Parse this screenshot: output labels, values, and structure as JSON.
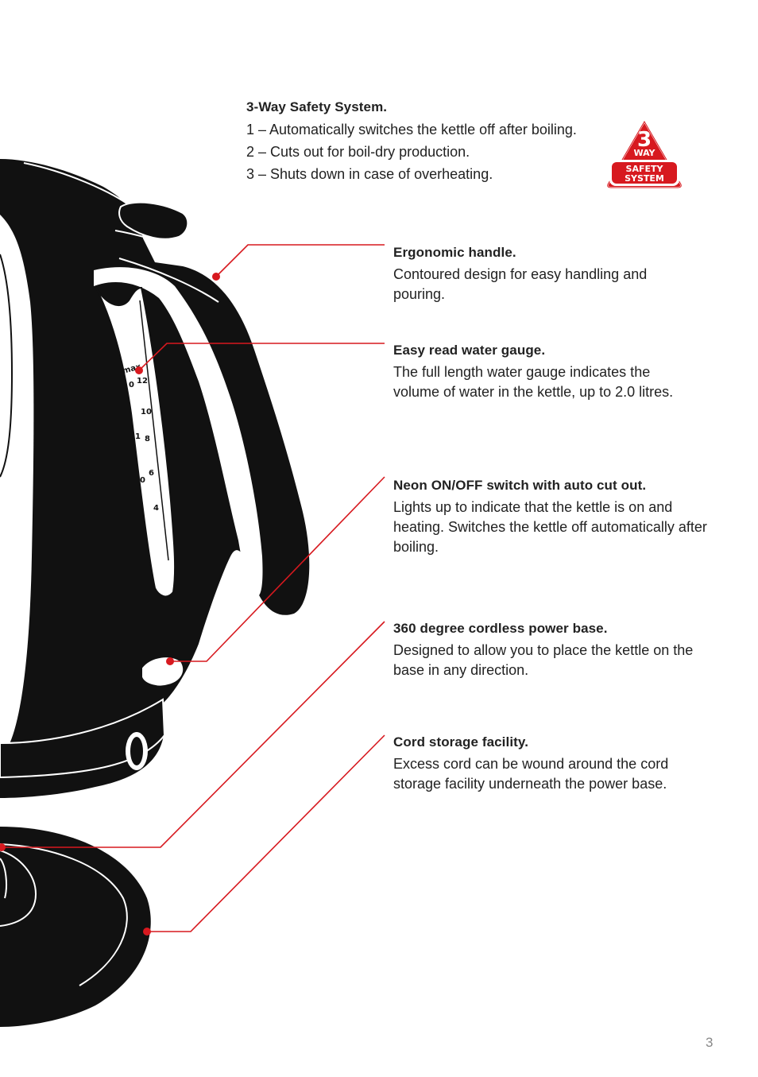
{
  "safety": {
    "title": "3-Way Safety System.",
    "lines": [
      "1 – Automatically switches the kettle off after boiling.",
      "2 – Cuts out for boil-dry production.",
      "3 – Shuts down in case of overheating."
    ],
    "badge": {
      "number": "3",
      "word": "WAY",
      "line1": "SAFETY",
      "line2": "SYSTEM"
    }
  },
  "features": [
    {
      "title": "Ergonomic handle.",
      "body": "Contoured design for easy handling and pouring."
    },
    {
      "title": "Easy read water gauge.",
      "body": "The full length water gauge indicates the volume of water in the kettle, up to 2.0 litres."
    },
    {
      "title": "Neon ON/OFF switch with auto cut out.",
      "body": "Lights up to indicate that the kettle is on and heating. Switches the kettle off automatically after boiling."
    },
    {
      "title": "360 degree cordless power base.",
      "body": "Designed to allow you to place the kettle on the base in any direction."
    },
    {
      "title": "Cord storage facility.",
      "body": "Excess cord can be wound around the cord storage facility underneath the power base."
    }
  ],
  "gauge": {
    "max": "max",
    "left_marks": [
      "0",
      "1",
      "0"
    ],
    "right_marks": [
      "12",
      "10",
      "8",
      "6",
      "4"
    ]
  },
  "page_number": "3",
  "colors": {
    "callout": "#d7191f",
    "kettle": "#111111",
    "text": "#222222"
  }
}
